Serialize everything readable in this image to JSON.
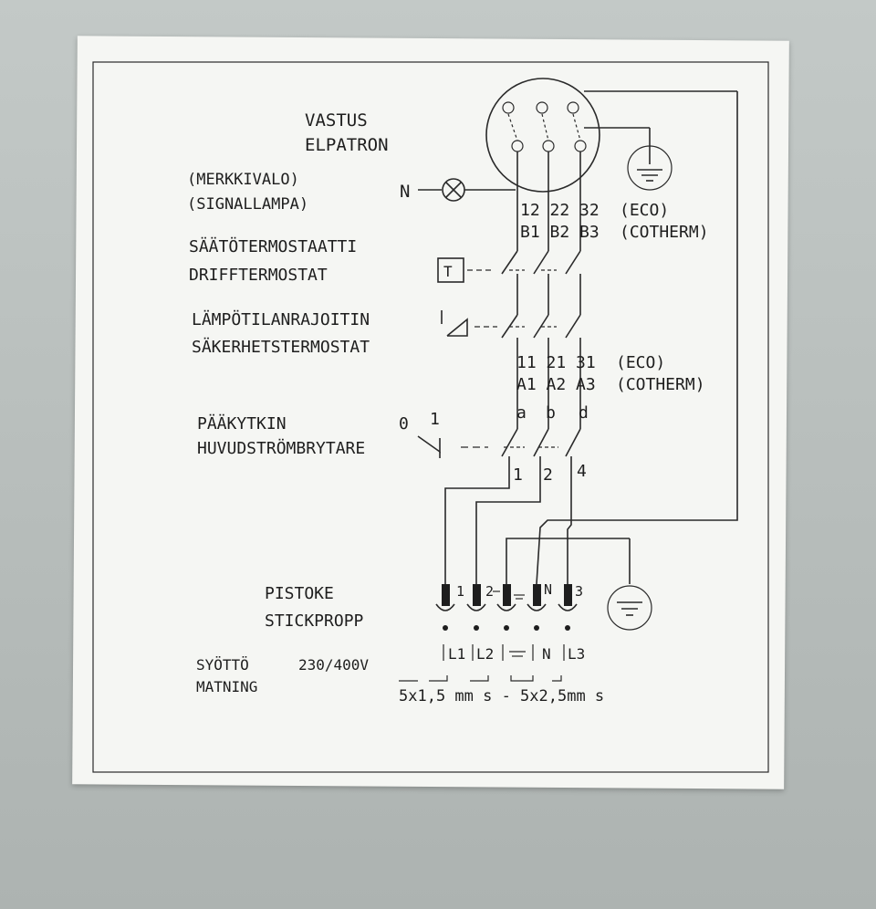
{
  "labels": {
    "heater_fi": "VASTUS",
    "heater_sv": "ELPATRON",
    "signal_fi": "(MERKKIVALO)",
    "signal_sv": "(SIGNALLAMPA)",
    "neutral_label": "N",
    "thermostat_fi": "SÄÄTÖTERMOSTAATTI",
    "thermostat_sv": "DRIFFTERMOSTAT",
    "limiter_fi": "LÄMPÖTILANRAJOITIN",
    "limiter_sv": "SÄKERHETSTERMOSTAT",
    "switch_fi": "PÄÄKYTKIN",
    "switch_sv": "HUVUDSTRÖMBRYTARE",
    "plug_fi": "PISTOKE",
    "plug_sv": "STICKPROPP",
    "supply_fi": "SYÖTTÖ",
    "supply_sv": "MATNING",
    "voltage": "230/400V",
    "thermostat_symbol": "T",
    "switch_pos_0": "0",
    "switch_pos_1": "1"
  },
  "terminals_b": {
    "top_row": "12 22 32",
    "bottom_row": "B1 B2 B3",
    "eco": "(ECO)",
    "cotherm": "(COTHERM)"
  },
  "terminals_a": {
    "top_row": "11 21 31",
    "bottom_row": "A1 A2 A3",
    "eco": "(ECO)",
    "cotherm": "(COTHERM)"
  },
  "switch_terminals": {
    "in_a": "a",
    "in_b": "b",
    "in_d": "d",
    "out_1": "1",
    "out_2": "2",
    "out_4": "4"
  },
  "plug_pins": {
    "pin_1": "1",
    "pin_2": "2",
    "pin_n": "N",
    "pin_3": "3"
  },
  "supply_row": {
    "l1": "L1",
    "l2": "L2",
    "n": "N",
    "l3": "L3"
  },
  "cable_spec": "5x1,5 mm s - 5x2,5mm s"
}
